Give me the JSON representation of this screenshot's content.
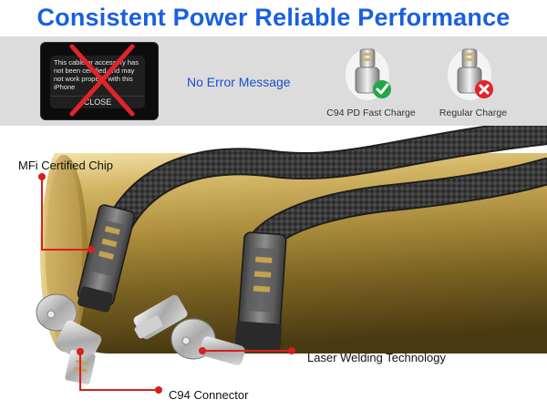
{
  "header": {
    "title": "Consistent Power Reliable Performance"
  },
  "comparison": {
    "error_popup": {
      "message": "This cable or accessory has not been certified and may not work properly with this iPhone",
      "close_label": "CLOSE"
    },
    "no_error_text": "No Error Message",
    "connectors": [
      {
        "label": "C94 PD Fast Charge",
        "status": "check-icon",
        "color": "#22a846"
      },
      {
        "label": "Regular Charge",
        "status": "cross-icon",
        "color": "#e0242a"
      }
    ]
  },
  "product_photo": {
    "callouts": {
      "chip": "MFi Certified Chip",
      "welding": "Laser Welding Technology",
      "connector": "C94 Connector"
    }
  },
  "colors": {
    "headline": "#1a5fe0",
    "callout_line": "#d81e1e",
    "panel_bg": "#dcdcdc"
  }
}
